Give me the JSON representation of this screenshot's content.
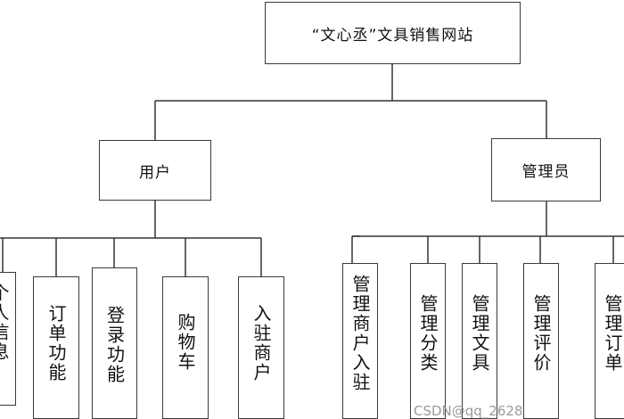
{
  "root": {
    "label": "“文心丞”文具销售网站"
  },
  "user": {
    "label": "用户",
    "children": [
      "个人信息",
      "订单功能",
      "登录功能",
      "购物车",
      "入驻商户"
    ]
  },
  "admin": {
    "label": "管理员",
    "children": [
      "管理商户入驻",
      "管理分类",
      "管理文具",
      "管理评价",
      "管理订单"
    ]
  },
  "watermark": "CSDN@qq_2628"
}
